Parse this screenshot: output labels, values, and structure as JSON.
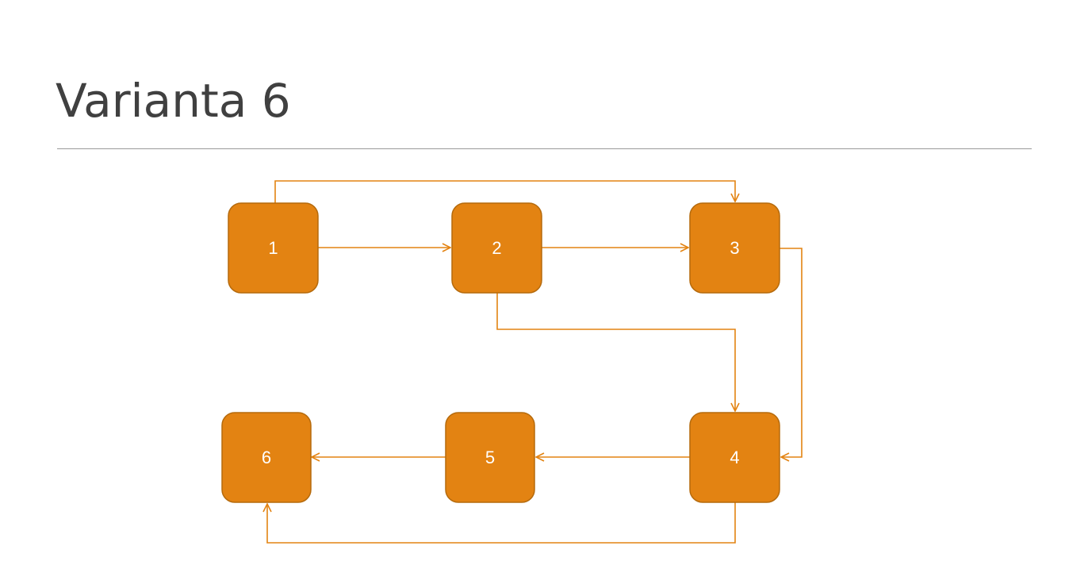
{
  "slide": {
    "title": "Varianta 6"
  },
  "colors": {
    "node_fill": "#e38312",
    "node_border": "#b56a0c",
    "edge": "#e38312",
    "label": "#ffffff",
    "title": "#404040"
  },
  "diagram": {
    "nodes": [
      {
        "id": "n1",
        "label": "1"
      },
      {
        "id": "n2",
        "label": "2"
      },
      {
        "id": "n3",
        "label": "3"
      },
      {
        "id": "n4",
        "label": "4"
      },
      {
        "id": "n5",
        "label": "5"
      },
      {
        "id": "n6",
        "label": "6"
      }
    ],
    "edges": [
      {
        "from": "1",
        "to": "2"
      },
      {
        "from": "2",
        "to": "3"
      },
      {
        "from": "1",
        "to": "3"
      },
      {
        "from": "2",
        "to": "4"
      },
      {
        "from": "3",
        "to": "4"
      },
      {
        "from": "4",
        "to": "5"
      },
      {
        "from": "5",
        "to": "6"
      },
      {
        "from": "4",
        "to": "6"
      }
    ]
  }
}
